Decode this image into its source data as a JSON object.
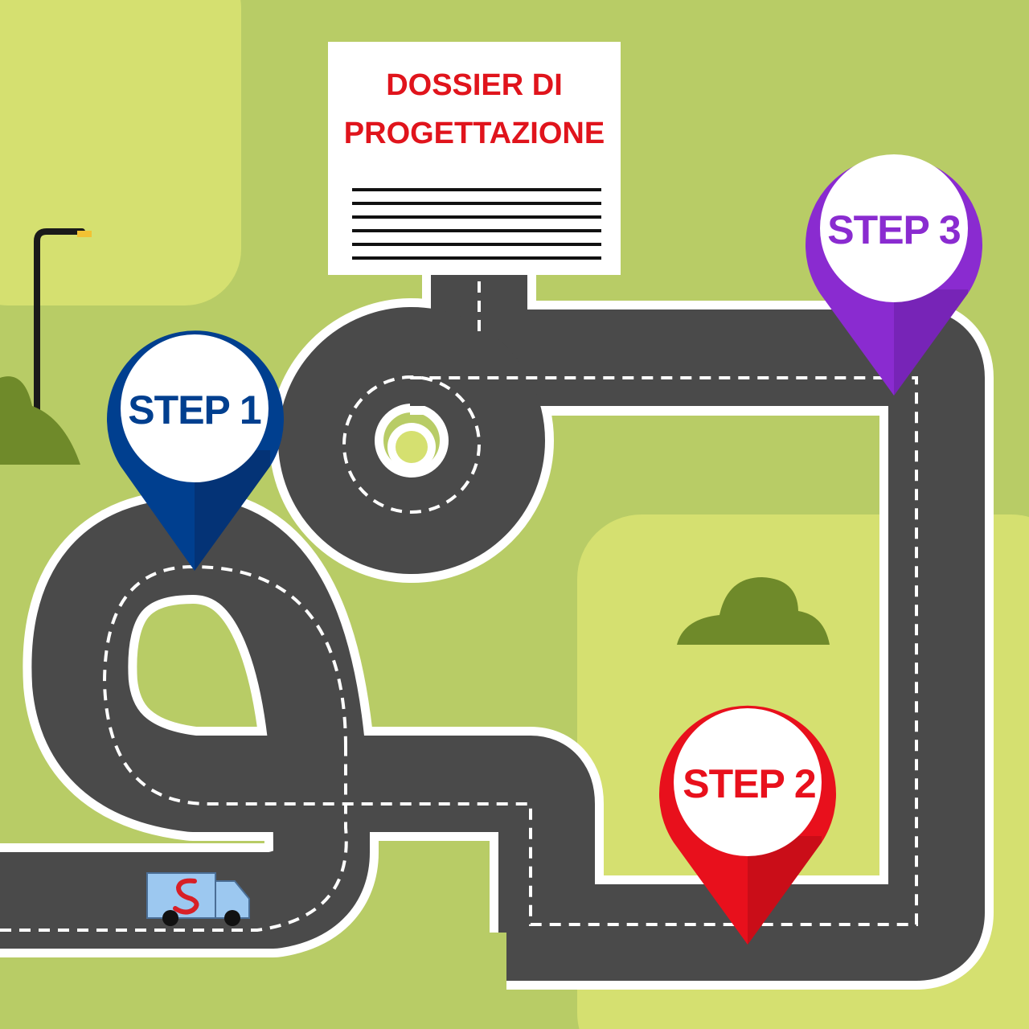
{
  "sign": {
    "title_line1": "DOSSIER DI",
    "title_line2": "PROGETTAZIONE",
    "title_color": "#e0141c",
    "text_lines": 6
  },
  "pins": [
    {
      "id": "step-1",
      "label": "STEP 1",
      "color": "#003f8f",
      "shade": "#062c66"
    },
    {
      "id": "step-2",
      "label": "STEP 2",
      "color": "#e8101c",
      "shade": "#b50c15"
    },
    {
      "id": "step-3",
      "label": "STEP 3",
      "color": "#8a2bd0",
      "shade": "#6a1fa6"
    }
  ],
  "colors": {
    "background": "#b8cc66",
    "light_field": "#d5e070",
    "road": "#4a4a4a",
    "road_edge": "#ffffff",
    "bush": "#6f8a2a",
    "truck_body": "#9cc8f0",
    "truck_logo": "#d81f26"
  },
  "icons": {
    "truck": "delivery-truck-icon",
    "lamp": "street-lamp-icon",
    "bush": "bush-icon"
  }
}
